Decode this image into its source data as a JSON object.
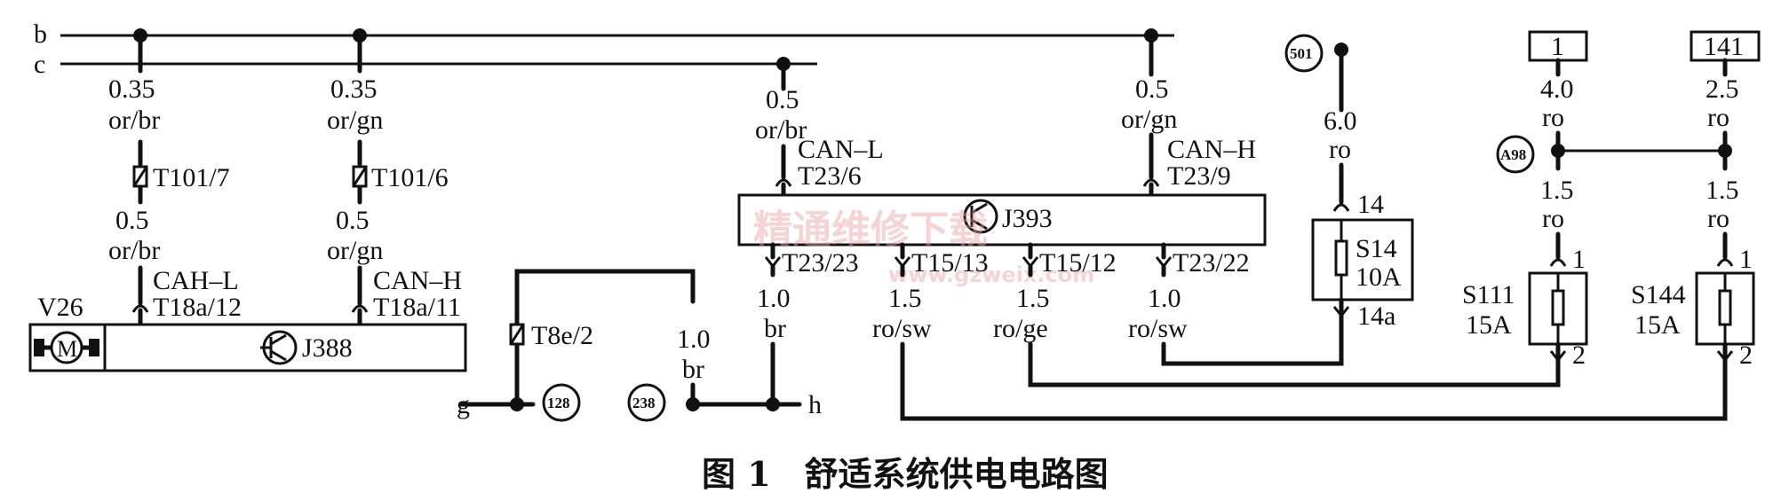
{
  "diagram": {
    "bus_labels": {
      "b": "b",
      "c": "c",
      "g": "g",
      "h": "h"
    },
    "wires": {
      "j388_l_top": [
        "0.35",
        "or/br"
      ],
      "j388_h_top": [
        "0.35",
        "or/gn"
      ],
      "j388_l_mid": [
        "0.5",
        "or/br"
      ],
      "j388_h_mid": [
        "0.5",
        "or/gn"
      ],
      "j393_l_top": [
        "0.5",
        "or/br"
      ],
      "j393_h_top": [
        "0.5",
        "or/gn"
      ],
      "s14_in": [
        "6.0",
        "ro"
      ],
      "s111_in_top": [
        "4.0",
        "ro"
      ],
      "s144_in_top": [
        "2.5",
        "ro"
      ],
      "s111_in_low": [
        "1.5",
        "ro"
      ],
      "s144_in_low": [
        "1.5",
        "ro"
      ],
      "t23_23": [
        "1.0",
        "br"
      ],
      "t15_13": [
        "1.5",
        "ro/sw"
      ],
      "t15_12": [
        "1.5",
        "ro/ge"
      ],
      "t23_22": [
        "1.0",
        "ro/sw"
      ],
      "ground_br": [
        "1.0",
        "br"
      ]
    },
    "connectors": {
      "t101_7": "T101/7",
      "t101_6": "T101/6",
      "can_l_j388": "CAH–L",
      "t18a_12": "T18a/12",
      "can_h_j388": "CAN–H",
      "t18a_11": "T18a/11",
      "can_l_j393": "CAN–L",
      "t23_6": "T23/6",
      "can_h_j393": "CAN–H",
      "t23_9": "T23/9",
      "t23_23": "T23/23",
      "t15_13": "T15/13",
      "t15_12": "T15/12",
      "t23_22": "T23/22",
      "t8e_2": "T8e/2"
    },
    "components": {
      "v26": "V26",
      "motor": "M",
      "j388": "J388",
      "j393": "J393",
      "s14_name": "S14",
      "s14_rating": "10A",
      "s14_pin_in": "14",
      "s14_pin_out": "14a",
      "s111_name": "S111",
      "s111_rating": "15A",
      "s144_name": "S144",
      "s144_rating": "15A",
      "pin_1a": "1",
      "pin_2a": "2",
      "pin_1b": "1",
      "pin_2b": "2"
    },
    "references": {
      "ref_501": "501",
      "ref_a98": "A98",
      "ref_128": "128",
      "ref_238": "238",
      "box_1": "1",
      "box_141": "141"
    },
    "watermark": {
      "cn": "精通维修下载",
      "url": "www.gzweix.com"
    },
    "caption": "图 1　舒适系统供电电路图"
  }
}
